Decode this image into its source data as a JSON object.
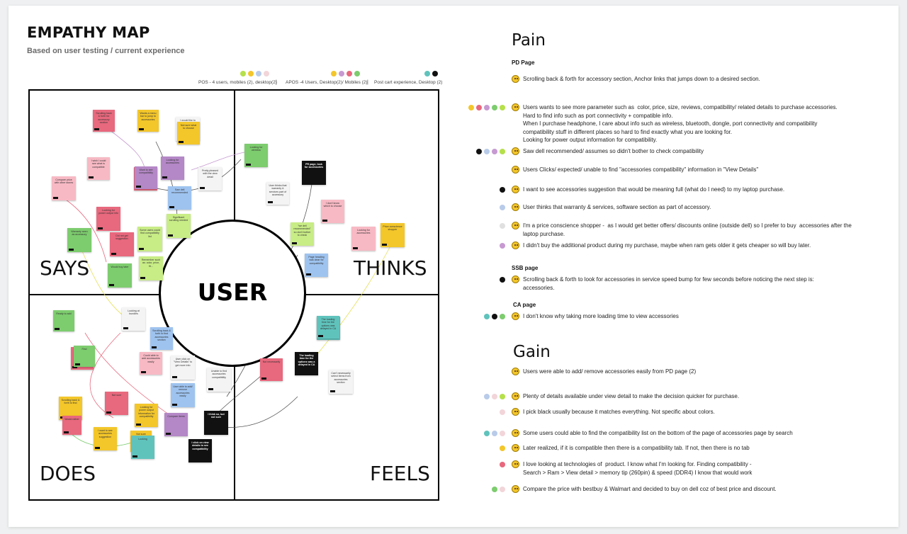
{
  "header": {
    "title": "EMPATHY MAP",
    "subtitle": "Based on user testing / current experience"
  },
  "legend": [
    {
      "label": "POS - 4 users, mobiles (2), desktop(2)",
      "colors": [
        "#b5e04a",
        "#f3c62a",
        "#b8cbe9",
        "#f2d5d9"
      ]
    },
    {
      "label": "APOS -4 Users, Desktop(2)/ Mobiles (2)",
      "colors": [
        "#f3c62a",
        "#c79ad2",
        "#e8687d",
        "#7dcc6e"
      ]
    },
    {
      "label": "Post cart experience, Desktop (2)",
      "colors": [
        "#5fc3bc",
        "#111111"
      ]
    }
  ],
  "legend_separator": "|",
  "quadrants": {
    "says": "SAYS",
    "thinks": "THINKS",
    "does": "DOES",
    "feels": "FEELS",
    "center": "USER"
  },
  "colors": {
    "pink": "#e8687d",
    "yellow": "#f3c62a",
    "green": "#7dcc6e",
    "lime": "#c8ec86",
    "blue": "#9ec3ef",
    "purple": "#b487c6",
    "lightpink": "#f7b9c4",
    "teal": "#5fc3bc",
    "white": "#f4f4f4",
    "black": "#111111",
    "highlight": "#fff200"
  },
  "stickies": [
    {
      "text": "Scrolling back & forth for accessory section",
      "color": "pink"
    },
    {
      "text": "Wants a menu bar to jump to accessories",
      "color": "yellow"
    },
    {
      "text": "I would like to see anchor links",
      "color": "white"
    },
    {
      "text": "Not sure what to choose",
      "color": "yellow"
    },
    {
      "text": "Looking for accessories",
      "color": "purple"
    },
    {
      "text": "I wish I could see what is compatible",
      "color": "lightpink"
    },
    {
      "text": "Compare price with other stores",
      "color": "lightpink"
    },
    {
      "text": "I need port connectivity details",
      "color": "pink"
    },
    {
      "text": "Want to see compatibility",
      "color": "purple"
    },
    {
      "text": "Pretty pleased with the view detail",
      "color": "white"
    },
    {
      "text": "Looking for power output info",
      "color": "pink"
    },
    {
      "text": "Saw dell recommended",
      "color": "blue"
    },
    {
      "text": "Significant scrolling needed",
      "color": "lime"
    },
    {
      "text": "Some users could find compatibility list",
      "color": "lime"
    },
    {
      "text": "Warranty seen as accessory",
      "color": "green"
    },
    {
      "text": "Did not get suggestion",
      "color": "pink"
    },
    {
      "text": "Remember such as: color, price, fit...",
      "color": "lime"
    },
    {
      "text": "Would buy later",
      "color": "green"
    },
    {
      "text": "PR page, look for accessories",
      "color": "black"
    },
    {
      "text": "User thinks that warranty & services part of accessory",
      "color": "white"
    },
    {
      "text": "I don't know which to choose",
      "color": "lightpink"
    },
    {
      "text": "\"we dell recommended\" so don't bother to check",
      "color": "lime"
    },
    {
      "text": "Page heading was clear for compatibility",
      "color": "blue"
    },
    {
      "text": "Looking for accessories",
      "color": "lightpink"
    },
    {
      "text": "Price conscience shopper",
      "color": "yellow"
    },
    {
      "text": "Looking for wireless",
      "color": "green"
    },
    {
      "text": "Looking at bundles",
      "color": "white"
    },
    {
      "text": "Scrolling back & forth to find accessories section",
      "color": "blue"
    },
    {
      "text": "Could able to add accessories easily",
      "color": "lightpink"
    },
    {
      "text": "User click on \"View Details\" to get more info",
      "color": "white"
    },
    {
      "text": "Unable to find accessories compatibility",
      "color": "white"
    },
    {
      "text": "User able to add/ remove accessories easily",
      "color": "blue"
    },
    {
      "text": "Looking for power output information for compatibility",
      "color": "yellow"
    },
    {
      "text": "Scrolling back & forth to find",
      "color": "yellow"
    },
    {
      "text": "Not sure",
      "color": "pink"
    },
    {
      "text": "I want to see accessories suggestion",
      "color": "yellow"
    },
    {
      "text": "Compare items",
      "color": "purple"
    },
    {
      "text": "Saw the options",
      "color": "teal"
    },
    {
      "text": "I click on view details to see compatibility",
      "color": "black"
    },
    {
      "text": "I think so, but not sure",
      "color": "black"
    },
    {
      "text": "The loading time for the options was a delayed in CA",
      "color": "black"
    },
    {
      "text": "The loading time for the options was delayed in CA",
      "color": "teal"
    },
    {
      "text": "Not necessarily",
      "color": "pink"
    },
    {
      "text": "Can't necessarily select items from accessories section",
      "color": "white"
    },
    {
      "text": "Ready to add",
      "color": "green"
    },
    {
      "text": "Some users could find",
      "color": "pink"
    },
    {
      "text": "Find",
      "color": "green"
    },
    {
      "text": "Would rather",
      "color": "pink"
    },
    {
      "text": "Not sure",
      "color": "yellow"
    },
    {
      "text": "Looking",
      "color": "teal"
    }
  ],
  "pain": {
    "heading": "Pain",
    "groups": [
      {
        "subheading": "PD Page",
        "items": [
          {
            "text": "Scrolling back & forth for accessory section, Anchor links that jumps down to a desired section.",
            "dots": []
          },
          {
            "text": "Users wants to see more parameter such as  color, price, size, reviews, compatibility/ related details to purchase accessories.\nHard to find info such as port connectivity + compatible info.\nWhen I purchase headphone, I care about info such as wireless, bluetooth, dongle, port connectivity and compatibility\ncompatibility stuff in different places so hard to find exactly what you are looking for.\nLooking for power output information for compatibility.",
            "dots": [
              "#f3c62a",
              "#e8687d",
              "#c79ad2",
              "#7dcc6e",
              "#b5e04a"
            ]
          },
          {
            "text": "Saw dell recommended/ assumes so didn't bother to check compatibility",
            "dots": [
              "#111111",
              "#b8cbe9",
              "#c79ad2",
              "#b5e04a"
            ]
          },
          {
            "text": "Users Clicks/ expected/ unable to find \"accessories compatibility\" information in \"View Details\"",
            "dots": []
          },
          {
            "text": "I want to see accessories suggestion that would be meaning full (what do I need) to my laptop purchase.",
            "dots": [
              "#111111"
            ]
          },
          {
            "text": "User thinks that warranty & services, software section as part of accessory.",
            "dots": [
              "#b8cbe9"
            ]
          },
          {
            "text": "I'm a price conscience shopper -  as I would get better offers/ discounts online (outside dell) so I prefer to buy  accessories after the\nlaptop purchase.",
            "dots": [
              "#e0e0e0"
            ]
          },
          {
            "text": "I didn't buy the additional product during my purchase, maybe when ram gets older it gets cheaper so will buy later.",
            "dots": [
              "#c79ad2"
            ]
          }
        ]
      },
      {
        "subheading": "SSB page",
        "items": [
          {
            "text": "Scrolling back & forth to look for accessories in service speed bump for few seconds before noticing the next step is:\naccessories.",
            "dots": [
              "#111111"
            ]
          }
        ]
      },
      {
        "subheading": "CA page",
        "items": [
          {
            "text": "I don't know why taking more loading time to view accessories",
            "dots": [
              "#5fc3bc",
              "#111111",
              "#7dcc6e"
            ]
          }
        ]
      }
    ]
  },
  "gain": {
    "heading": "Gain",
    "items": [
      {
        "text": "Users were able to add/ remove accessories easily from PD page (2)",
        "dots": []
      },
      {
        "text": "Plenty of details available under view detail to make the decision quicker for purchase.",
        "dots": [
          "#b8cbe9",
          "#f2d5d9",
          "#b5e04a"
        ]
      },
      {
        "text": "I pick black usually because it matches everything. Not specific about colors.",
        "dots": [
          "#f2d5d9"
        ]
      },
      {
        "text": "Some users could able to find the compatibility list on the bottom of the page of accessories page by search",
        "dots": [
          "#5fc3bc",
          "#b8cbe9",
          "#f2d5d9"
        ]
      },
      {
        "text": "Later realized, if it is compatible then there is a compatibility tab. If not, then there is no tab",
        "dots": [
          "#f3c62a"
        ]
      },
      {
        "text": "I love looking at technologies of  product. I know what I'm looking for. Finding compatibility -\nSearch > Ram > View detail > memory tip (260pin) & speed (DDR4) I know that would work",
        "dots": [
          "#e8687d"
        ]
      },
      {
        "text": "Compare the price with bestbuy & Walmart and decided to buy on dell coz of best price and discount.",
        "dots": [
          "#7dcc6e",
          "#f2d5d9"
        ]
      }
    ]
  }
}
